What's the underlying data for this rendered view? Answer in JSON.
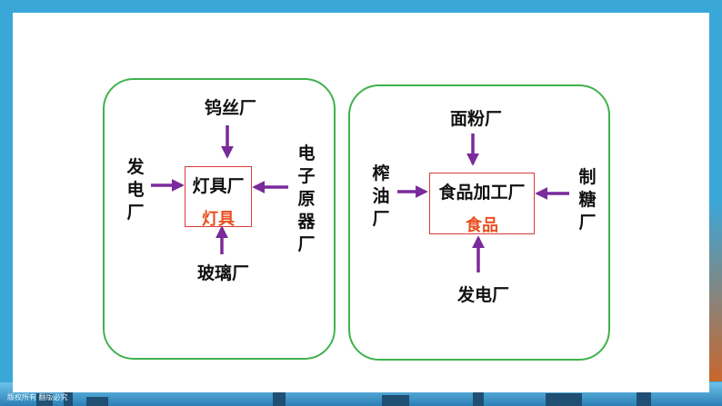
{
  "left": {
    "top": "钨丝厂",
    "left": "发电厂",
    "right": "电子原器厂",
    "bottom": "玻璃厂",
    "box_line1": "灯具厂",
    "box_line2": "灯具"
  },
  "right": {
    "top": "面粉厂",
    "left": "榨油厂",
    "right": "制糖厂",
    "bottom": "发电厂",
    "box_line1": "食品加工厂",
    "box_line2": "食品"
  },
  "footer": "版权所有 翻版必究",
  "colors": {
    "arrow": "#7a2a9a",
    "panel_border": "#3fb24d",
    "box_border": "#d93a3a",
    "product": "#e8501f"
  }
}
